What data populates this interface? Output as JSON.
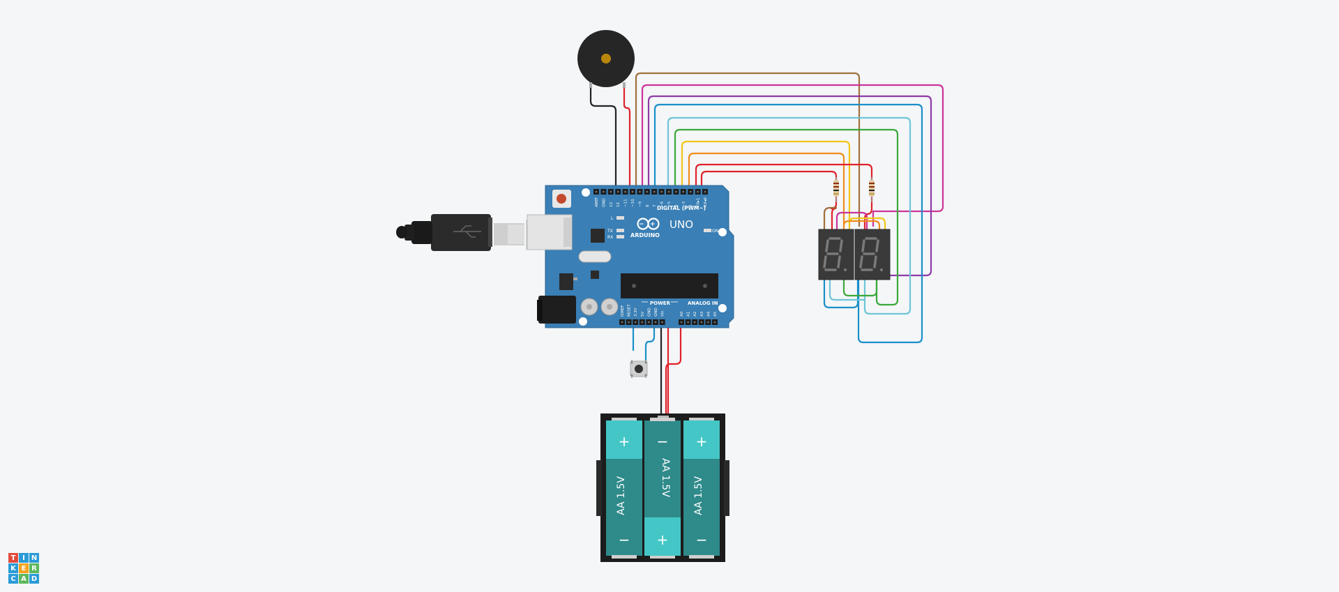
{
  "app": {
    "logo_letters": [
      "T",
      "I",
      "N",
      "K",
      "E",
      "R",
      "C",
      "A",
      "D"
    ]
  },
  "arduino": {
    "digital_header": "DIGITAL (PWM~)",
    "brand": "ARDUINO",
    "model": "UNO",
    "on_label": "ON",
    "power_label": "POWER",
    "analog_label": "ANALOG IN",
    "led_labels": [
      "L",
      "TX",
      "RX"
    ],
    "digital_pins": [
      "AREF",
      "GND",
      "13",
      "12",
      "~11",
      "~10",
      "~9",
      "8",
      "7",
      "~6",
      "~5",
      "4",
      "~3",
      "2",
      "TX▸1",
      "RX◂0"
    ],
    "power_pins": [
      "IOREF",
      "RESET",
      "3.3V",
      "5V",
      "GND",
      "GND",
      "Vin"
    ],
    "analog_pins": [
      "A0",
      "A1",
      "A2",
      "A3",
      "A4",
      "A5"
    ]
  },
  "battery": {
    "cells": [
      {
        "label": "AA 1.5V",
        "top_sign": "+",
        "bottom_sign": "−"
      },
      {
        "label": "AA 1.5V",
        "top_sign": "−",
        "bottom_sign": "+"
      },
      {
        "label": "AA 1.5V",
        "top_sign": "+",
        "bottom_sign": "−"
      }
    ]
  },
  "colors": {
    "background": "#f4f6f8",
    "board": "#3a7fb5",
    "battery_teal": "#2f8a8a",
    "battery_light": "#45c6c6",
    "wire_red": "#e0212a",
    "wire_black": "#222222",
    "wire_brown": "#a0703c",
    "wire_magenta": "#cc3399",
    "wire_purple": "#8e3aa6",
    "wire_blue": "#1a8fc9",
    "wire_cyan": "#6ec5d6",
    "wire_green": "#3aa83a",
    "wire_yellow": "#f2c618",
    "wire_orange": "#f08c1a"
  }
}
